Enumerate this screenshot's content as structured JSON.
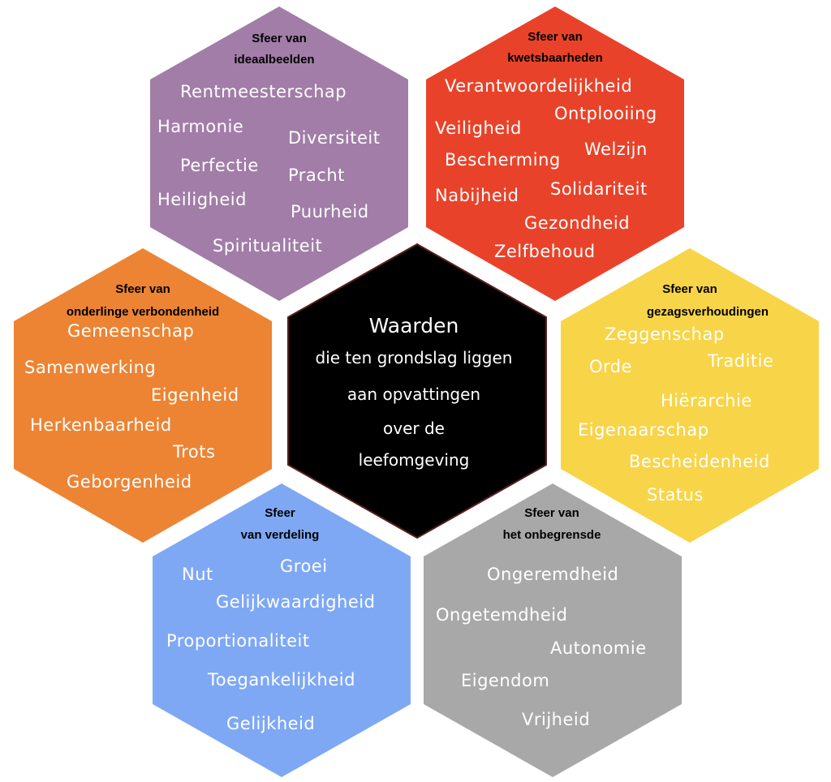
{
  "center": {
    "title": "Waarden",
    "lines": [
      "die ten grondslag liggen",
      "aan  opvattingen",
      "over de",
      "leefomgeving"
    ],
    "color": "#000000",
    "border_color": "#5a2020"
  },
  "hexagons": [
    {
      "id": "ideaalbeelden",
      "color": "#a27da8",
      "title": [
        "Sfeer van",
        "ideaalbeelden"
      ],
      "words": [
        "Rentmeesterschap",
        "Harmonie",
        "Diversiteit",
        "Perfectie",
        "Pracht",
        "Heiligheid",
        "Puurheid",
        "Spiritualiteit"
      ]
    },
    {
      "id": "kwetsbaarheden",
      "color": "#e8432a",
      "title": [
        "Sfeer van",
        "kwetsbaarheden"
      ],
      "words": [
        "Verantwoordelijkheid",
        "Ontplooiing",
        "Veiligheid",
        "Bescherming",
        "Welzijn",
        "Nabijheid",
        "Solidariteit",
        "Gezondheid",
        "Zelfbehoud"
      ]
    },
    {
      "id": "onderlinge-verbondenheid",
      "color": "#ec8434",
      "title": [
        "Sfeer van",
        "onderlinge verbondenheid"
      ],
      "words": [
        "Gemeenschap",
        "Samenwerking",
        "Eigenheid",
        "Herkenbaarheid",
        "Trots",
        "Geborgenheid"
      ]
    },
    {
      "id": "gezagsverhoudingen",
      "color": "#f8d448",
      "title": [
        "Sfeer van",
        "gezagsverhoudingen"
      ],
      "words": [
        "Zeggenschap",
        "Orde",
        "Traditie",
        "Hiërarchie",
        "Eigenaarschap",
        "Bescheidenheid",
        "Status"
      ]
    },
    {
      "id": "verdeling",
      "color": "#7ea8f4",
      "title": [
        "Sfeer",
        "van verdeling"
      ],
      "words": [
        "Nut",
        "Groei",
        "Gelijkwaardigheid",
        "Proportionaliteit",
        "Toegankelijkheid",
        "Gelijkheid"
      ]
    },
    {
      "id": "onbegrensde",
      "color": "#a8a8a8",
      "title": [
        "Sfeer van",
        "het onbegrensde"
      ],
      "words": [
        "Ongeremdheid",
        "Ongetemdheid",
        "Autonomie",
        "Eigendom",
        "Vrijheid"
      ]
    }
  ]
}
